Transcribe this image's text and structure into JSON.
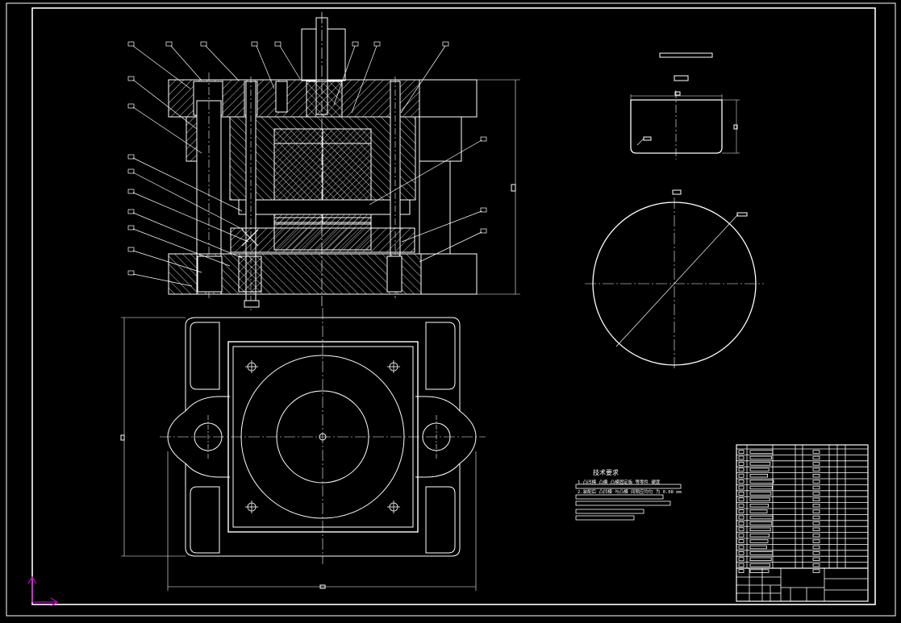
{
  "drawing": {
    "background": "#000000",
    "line_color": "#ffffff",
    "ucs_color": "#c800c8",
    "notes_title": "技术要求",
    "notes_lines": [
      "1.凸凹模 凸模 凸模固定板 等零件 硬度",
      "2.装配后 凸凹模 与凸模 间隙应均匀 为 0.08 mm"
    ]
  }
}
